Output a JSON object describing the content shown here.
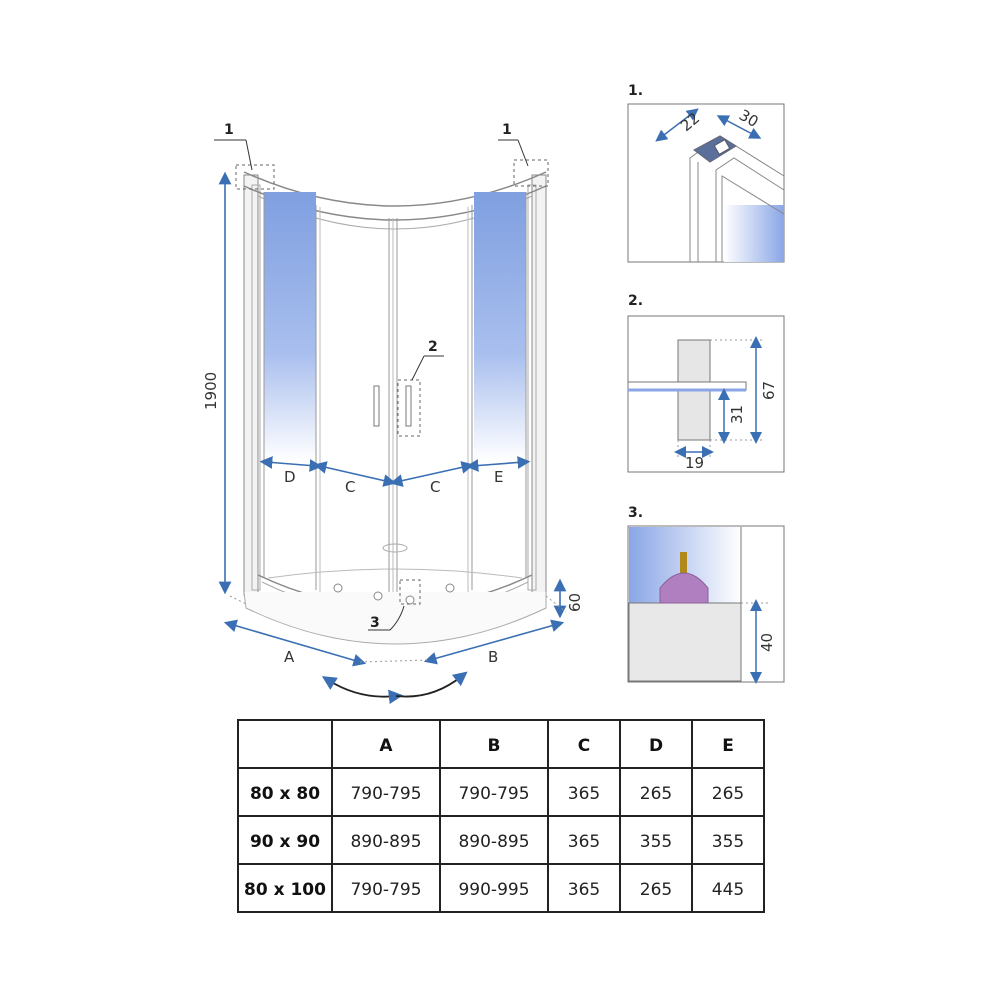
{
  "callouts": {
    "c1_left": "1",
    "c1_right": "1",
    "c2": "2",
    "c3": "3"
  },
  "dimensions": {
    "height": "1900",
    "tray": "60",
    "A": "A",
    "B": "B",
    "C_left": "C",
    "C_right": "C",
    "D": "D",
    "E": "E"
  },
  "details": {
    "d1": {
      "title": "1.",
      "dim_a": "22",
      "dim_b": "30"
    },
    "d2": {
      "title": "2.",
      "dim_height": "67",
      "dim_inner": "31",
      "dim_width": "19"
    },
    "d3": {
      "title": "3.",
      "dim_height": "40"
    }
  },
  "table": {
    "columns": [
      "",
      "A",
      "B",
      "C",
      "D",
      "E"
    ],
    "rows": [
      [
        "80 x 80",
        "790-795",
        "790-795",
        "365",
        "265",
        "265"
      ],
      [
        "90 x 90",
        "890-895",
        "890-895",
        "365",
        "355",
        "355"
      ],
      [
        "80 x 100",
        "790-795",
        "990-995",
        "365",
        "265",
        "445"
      ]
    ]
  },
  "colors": {
    "dimension_blue": "#3a6fb3",
    "glass_blue": "#7f9fe0",
    "frame_gray": "#9a9a9a",
    "rod_gold": "#b08a1a",
    "seal_purple": "#b07fc0"
  }
}
